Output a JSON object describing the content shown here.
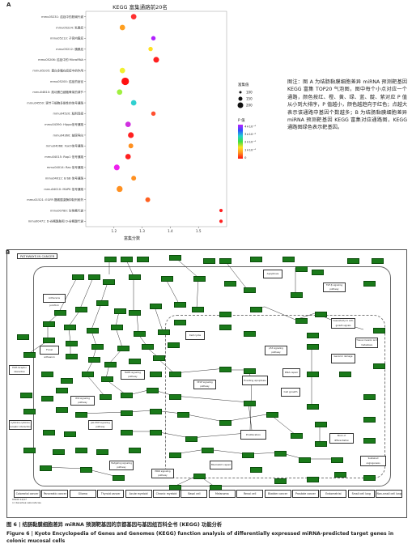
{
  "panel_a": {
    "label": "A",
    "chart_data": {
      "type": "scatter",
      "title": "KEGG 富集通路前20名",
      "xlabel": "富集分数",
      "ylabel": "",
      "xlim": [
        1.1,
        1.6
      ],
      "xticks": [
        "1.2",
        "1.3",
        "1.4",
        "1.5"
      ],
      "categories": [
        "mmu05231: 癌症中的胆碱代谢",
        "mmu05224: 乳腺癌",
        "mmu05213: 子宫内膜癌",
        "mmu05212: 胰腺癌",
        "mmu05206: 癌症中的 MicroRNA",
        "mmu05205: 蛋白多糖在癌症中的作用",
        "mmu05200: 癌症的途径",
        "mmu04810: 肌动蛋白细胞骨架的调节",
        "mmu04550: 调节干细胞多能性的信号通路",
        "mmu04520: 粘附连接",
        "mmu04390: Hippo信号通路",
        "mmu04360: 轴突导向",
        "mmu04068: FoxO信号通路",
        "mmu04015: Rap1 信号通路",
        "mmu04014: Ras 信号通路",
        "mmu04012: ErbB 信号通路",
        "mmu04010: MAPK 信号通路",
        "mmu01521: EGFR 酪氨酸激酶抑制剂耐药",
        "mmu00780: 生物素代谢",
        "mmu00471: D-谷氨酰胺和 D-谷氨酸代谢"
      ],
      "x": [
        1.27,
        1.23,
        1.34,
        1.33,
        1.35,
        1.23,
        1.24,
        1.22,
        1.27,
        1.34,
        1.25,
        1.26,
        1.26,
        1.25,
        1.21,
        1.27,
        1.22,
        1.32,
        1.58,
        1.58
      ],
      "size_values": [
        60,
        60,
        30,
        30,
        70,
        60,
        150,
        60,
        60,
        30,
        60,
        70,
        40,
        60,
        70,
        40,
        80,
        40,
        10,
        10
      ],
      "p_colors": [
        "#ff3030",
        "#ff9f20",
        "#b020ff",
        "#ffe020",
        "#ff2020",
        "#f0f030",
        "#ff1010",
        "#a0f040",
        "#30d0d0",
        "#ff5030",
        "#d030e0",
        "#ff2020",
        "#ff9020",
        "#ff2020",
        "#ee20ee",
        "#ff9020",
        "#ff9020",
        "#ff6020",
        "#ff2020",
        "#ff2020"
      ],
      "size_legend": {
        "title": "富集值",
        "items": [
          "100",
          "150",
          "200"
        ]
      },
      "color_legend": {
        "title": "P 值",
        "ticks": [
          "4×10⁻⁴",
          "3×10⁻⁴",
          "2×10⁻⁴",
          "1×10⁻⁴",
          "0"
        ]
      }
    }
  },
  "side_text": "图注：图 A 为结肠黏膜细胞差异 miRNA 预测靶基因 KEGG 富集 TOP20 气泡图，图中每个小点对应一个通路，颜色按红、橙、黄、绿、蓝、靛、紫对应 P 值从小到大排序，P 值越小，颜色越趋向于红色；点越大表示该通路中基因个数越多；B 为结肠黏膜细胞差异 miRNA 预测靶基因 KEGG 富集对应通路图，KEGG 通路图绿色表示靶基因。",
  "panel_b": {
    "label": "B",
    "title": "PATHWAYS IN CANCER",
    "labels": {
      "adherens": "Adherens junction",
      "focal": "Focal adhesion",
      "ecm": "ECM-receptor interaction",
      "cytokine": "Cytokine-cytokine receptor interaction",
      "mapk": "MAPK signaling pathway",
      "wnt": "Wnt signaling pathway",
      "jak": "Jak-STAT signaling pathway",
      "cellcycle": "Cell cycle",
      "apoptosis": "Apoptosis",
      "p53": "p53 signaling pathway",
      "tgf": "TGF-β signaling pathway",
      "vegf": "VEGF signaling pathway",
      "dnarepair": "DNA repair",
      "proliferation": "Proliferation",
      "evading": "Evading apoptosis",
      "angiogenesis": "Sustained angiogenesis",
      "block": "Block of differentiation",
      "insensitivity": "Insensitivity to anti-growth signals",
      "metastasis": "Tissue invasion and metastasis",
      "genomic": "Genomic damage",
      "cellgrowth": "Cell growth",
      "mismatch": "Mismatch repair",
      "ppar": "PPAR signaling pathway",
      "hedgehog": "Hedgehog signaling pathway",
      "footer_id": "05200 10/17",
      "footer_copy": "(c) Kanehisa Laboratories"
    },
    "bottom_boxes": [
      "Colorectal cancer",
      "Pancreatic cancer",
      "Glioma",
      "Thyroid cancer",
      "Acute myeloid leukemia",
      "Chronic myeloid leukemia",
      "Basal cell carcinoma",
      "Melanoma",
      "Renal cell carcinoma",
      "Bladder cancer",
      "Prostate cancer",
      "Endometrial cancer",
      "Small cell lung cancer",
      "Non-small cell lung cancer"
    ]
  },
  "caption_zh": "图 6 | 结肠黏膜细胞差异 miRNA 预测靶基因的京都基因与基因组百科全书 (KEGG) 功能分析",
  "caption_en": "Figure 6 | Kyoto Encyclopedia of Genes and Genomes (KEGG) function analysis of differentially expressed miRNA-predicted target genes in colonic mucosal cells"
}
